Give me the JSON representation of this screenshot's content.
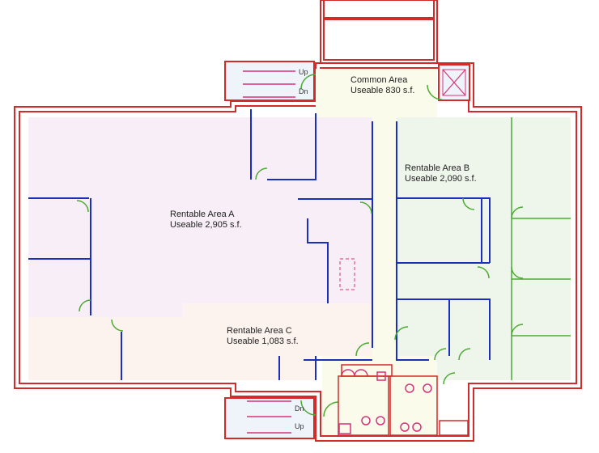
{
  "plan": {
    "areas": [
      {
        "id": "area-a",
        "name": "Rentable Area A",
        "useable": "Useable 2,905 s.f.",
        "color": "#f8eef7"
      },
      {
        "id": "area-b",
        "name": "Rentable Area B",
        "useable": "Useable 2,090 s.f.",
        "color": "#eef6ec"
      },
      {
        "id": "area-c",
        "name": "Rentable Area C",
        "useable": "Useable 1,083 s.f.",
        "color": "#fcf2ee"
      },
      {
        "id": "common",
        "name": "Common Area",
        "useable": "Useable 830 s.f.",
        "color": "#fbfbec"
      }
    ],
    "stairs": {
      "top": {
        "up": "Up",
        "dn": "Dn"
      },
      "bottom": {
        "up": "Up",
        "dn": "Dn"
      }
    },
    "colors": {
      "exterior_wall": "#d42a2a",
      "interior_wall": "#1a2fc0",
      "door": "#4caa33",
      "fixture": "#d6337a",
      "stair_fill": "#eef4fa"
    }
  }
}
